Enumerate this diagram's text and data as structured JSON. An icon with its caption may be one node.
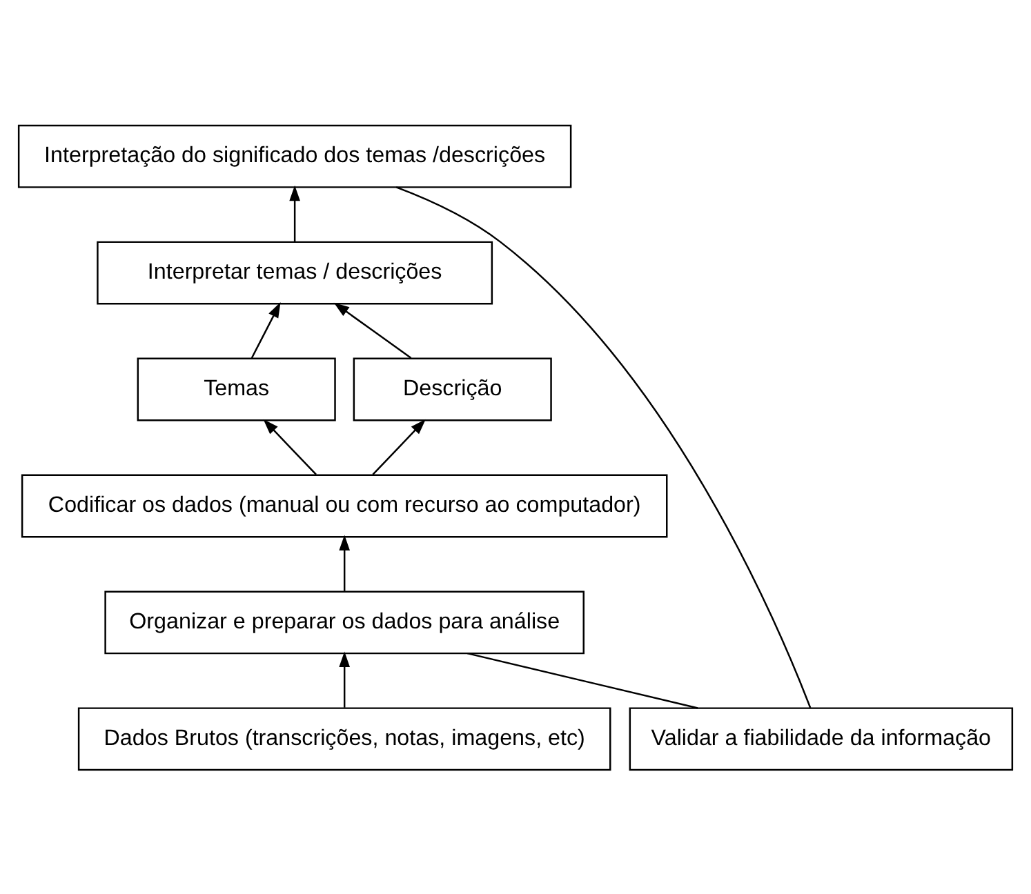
{
  "diagram": {
    "nodes": [
      {
        "text": [
          "Interpretação do significado dos temas /descrições"
        ]
      },
      {
        "text": [
          "Interpretar temas / descrições"
        ]
      },
      {
        "text": [
          "Temas"
        ]
      },
      {
        "text": [
          "Descrição"
        ]
      },
      {
        "text": [
          "Codificar os dados (manual ou com recurso ao computador)"
        ]
      },
      {
        "text": [
          "Organizar e preparar os dados para análise"
        ]
      },
      {
        "text": [
          "Dados Brutos (transcrições, notas, imagens, etc)"
        ]
      },
      {
        "text": [
          "Validar a fiabilidade da informação"
        ]
      }
    ],
    "edges": [
      {
        "from": 6,
        "to": 5,
        "arrow": "to"
      },
      {
        "from": 5,
        "to": 4,
        "arrow": "to"
      },
      {
        "from": 4,
        "to": 2,
        "arrow": "to"
      },
      {
        "from": 4,
        "to": 3,
        "arrow": "to"
      },
      {
        "from": 2,
        "to": 1,
        "arrow": "to"
      },
      {
        "from": 3,
        "to": 1,
        "arrow": "to"
      },
      {
        "from": 1,
        "to": 0,
        "arrow": "to"
      },
      {
        "from": 7,
        "to": 0,
        "arrow": "none"
      },
      {
        "from": 7,
        "to": 5,
        "arrow": "none"
      }
    ]
  }
}
